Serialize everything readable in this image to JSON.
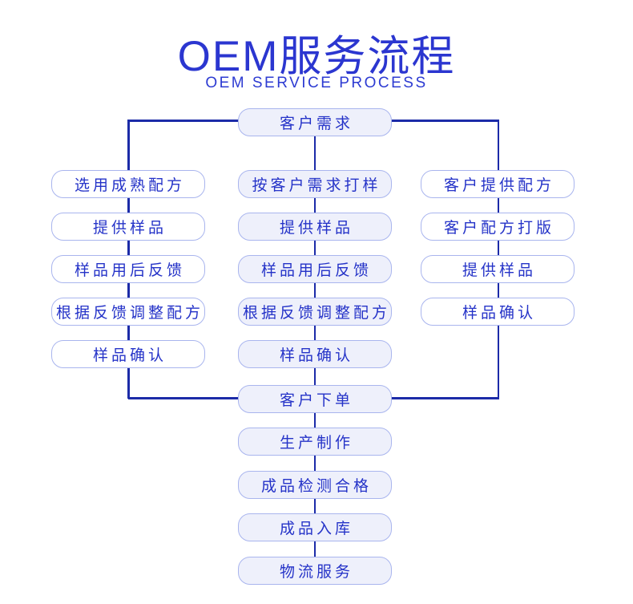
{
  "title": {
    "main": "OEM服务流程",
    "subtitle": "OEM SERVICE PROCESS"
  },
  "colors": {
    "title_blue": "#2b36d0",
    "box_text_blue": "#2533c8",
    "box_border": "#a9b5ee",
    "box_fill_center": "#eef0fb",
    "box_fill_side": "#ffffff",
    "connector_line": "#1c2ba8",
    "background": "#ffffff"
  },
  "flow": {
    "top_label": "客户需求",
    "columns": [
      {
        "id": "left",
        "items": [
          "选用成熟配方",
          "提供样品",
          "样品用后反馈",
          "根据反馈调整配方",
          "样品确认"
        ]
      },
      {
        "id": "middle",
        "items": [
          "按客户需求打样",
          "提供样品",
          "样品用后反馈",
          "根据反馈调整配方",
          "样品确认"
        ]
      },
      {
        "id": "right",
        "items": [
          "客户提供配方",
          "客户配方打版",
          "提供样品",
          "样品确认"
        ]
      }
    ],
    "bottom": [
      "客户下单",
      "生产制作",
      "成品检测合格",
      "成品入库",
      "物流服务"
    ]
  }
}
